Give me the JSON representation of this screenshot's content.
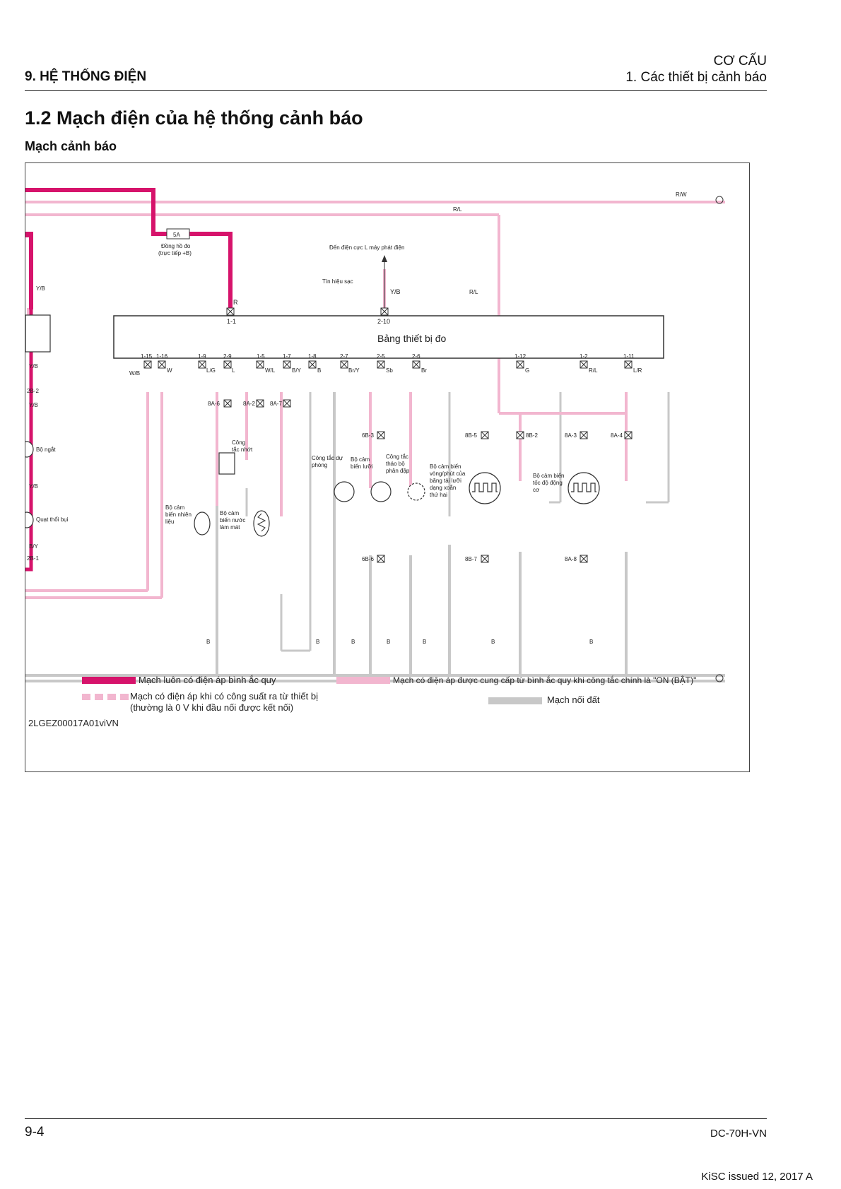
{
  "header": {
    "chapter": "9. HỆ THỐNG ĐIỆN",
    "section": "CƠ CẤU",
    "subsection": "1. Các thiết bị cảnh báo"
  },
  "title": "1.2 Mạch điện của hệ thống cảnh báo",
  "subtitle": "Mạch cảnh báo",
  "diagram": {
    "meter_label": "Bảng thiết bị đo",
    "fuse_label": "5A",
    "fuse_caption": [
      "Đồng hồ đo",
      "(trực tiếp +B)"
    ],
    "gen_label": "Đến điện cực L máy phát điện",
    "charge_label": "Tín hiệu sạc",
    "top_pins": [
      {
        "pin": "1-1",
        "wire": "R"
      },
      {
        "pin": "2-10",
        "wire": "Y/B"
      }
    ],
    "bottom_pins": [
      {
        "pin": "1-15",
        "wire": "W/B"
      },
      {
        "pin": "1-16",
        "wire": "W"
      },
      {
        "pin": "1-9",
        "wire": "L/G"
      },
      {
        "pin": "2-9",
        "wire": "L"
      },
      {
        "pin": "1-5",
        "wire": "W/L"
      },
      {
        "pin": "1-7",
        "wire": "B/Y"
      },
      {
        "pin": "1-8",
        "wire": "B"
      },
      {
        "pin": "2-7",
        "wire": "Br/Y"
      },
      {
        "pin": "2-5",
        "wire": "Sb"
      },
      {
        "pin": "2-6",
        "wire": "Br"
      },
      {
        "pin": "1-12",
        "wire": "G"
      },
      {
        "pin": "1-2",
        "wire": "R/L"
      },
      {
        "pin": "1-11",
        "wire": "L/R"
      }
    ],
    "wire_top_1": "R/W",
    "wire_top_2": "R/L",
    "wire_rl_side": "R/L",
    "connectors": [
      "8A-6",
      "8A-2",
      "8A-7",
      "6B-3",
      "8B-5",
      "8B-2",
      "8A-3",
      "8A-4",
      "6B-6",
      "8B-7",
      "8A-8"
    ],
    "components": {
      "oil_switch": [
        "Công",
        "tắc nhớt"
      ],
      "fuel_sensor": [
        "Bộ cảm",
        "biến nhiên",
        "liệu"
      ],
      "water_sensor": [
        "Bộ cảm",
        "biến nước",
        "làm mát"
      ],
      "chamber_switch": [
        "Công tắc dự",
        "phòng"
      ],
      "blade_sensor": [
        "Bộ cảm",
        "biến lưỡi"
      ],
      "thresher_switch": [
        "Công tắc",
        "tháo bộ",
        "phân đập"
      ],
      "rpm_sensor": [
        "Bộ cảm biến",
        "vòng/phút của",
        "băng tải lưỡi",
        "dạng xoắn",
        "thứ hai"
      ],
      "engine_sensor": [
        "Bộ cảm biến",
        "tốc độ động",
        "cơ"
      ],
      "breaker": "Bộ ngắt",
      "dust_fan": "Quạt thổi bụi"
    },
    "left_labels": [
      "Y/B",
      "Y/B",
      "2B-2",
      "Y/B",
      "Y/B",
      "B/Y",
      "2B-1"
    ],
    "ground_wire": "B",
    "legend": {
      "battery": "Mạch luôn có điện áp bình ắc quy",
      "switched": "Mạch có điện áp được cung cấp từ bình ắc quy khi công tắc chính là \"ON (BẬT)\"",
      "device_line1": "Mạch có điện áp khi có công suất ra từ thiết bị",
      "device_line2": "(thường là 0 V khi đầu nối được kết nối)",
      "ground": "Mạch nối đất"
    },
    "code": "2LGEZ00017A01viVN",
    "colors": {
      "battery": "#d6136b",
      "switched": "#f2b6cf",
      "ground": "#c8c8c8"
    }
  },
  "footer": {
    "page": "9-4",
    "doc": "DC-70H-VN",
    "issued": "KiSC issued 12, 2017 A"
  }
}
